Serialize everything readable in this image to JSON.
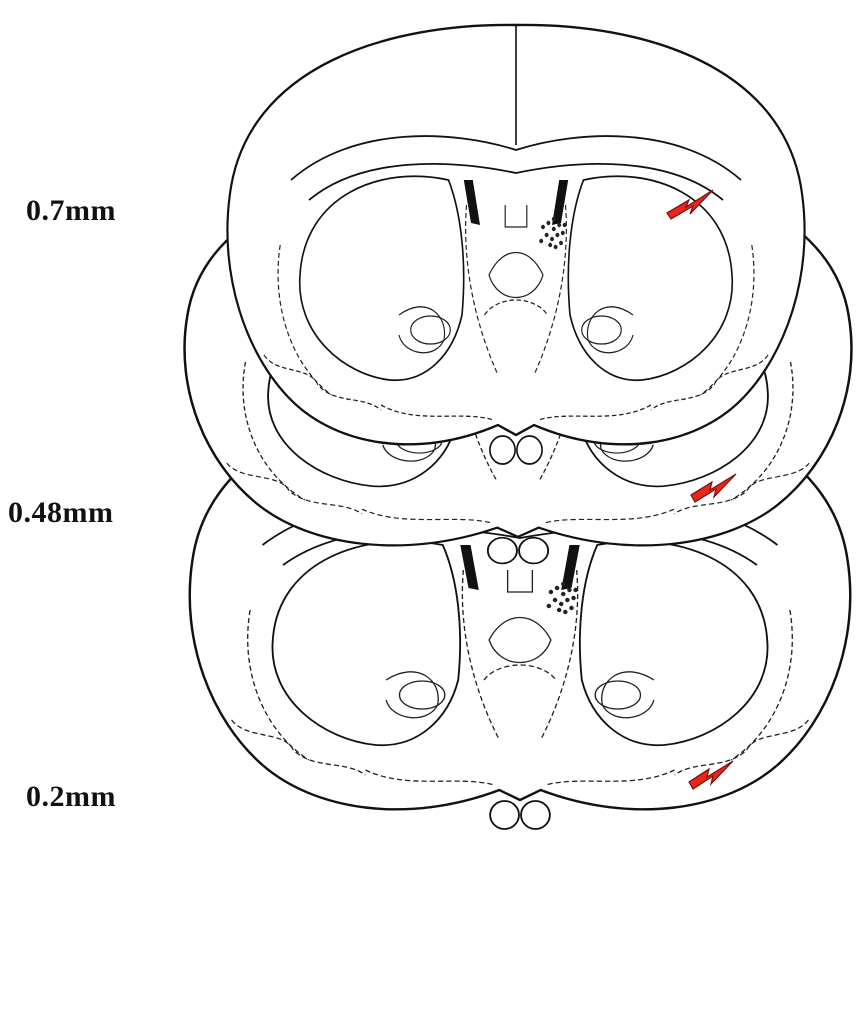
{
  "levels": [
    {
      "label": "0.7mm"
    },
    {
      "label": "0.48mm"
    },
    {
      "label": "0.2mm"
    }
  ],
  "colors": {
    "arrow": "#e8261c",
    "ink": "#111111",
    "background": "#ffffff"
  }
}
